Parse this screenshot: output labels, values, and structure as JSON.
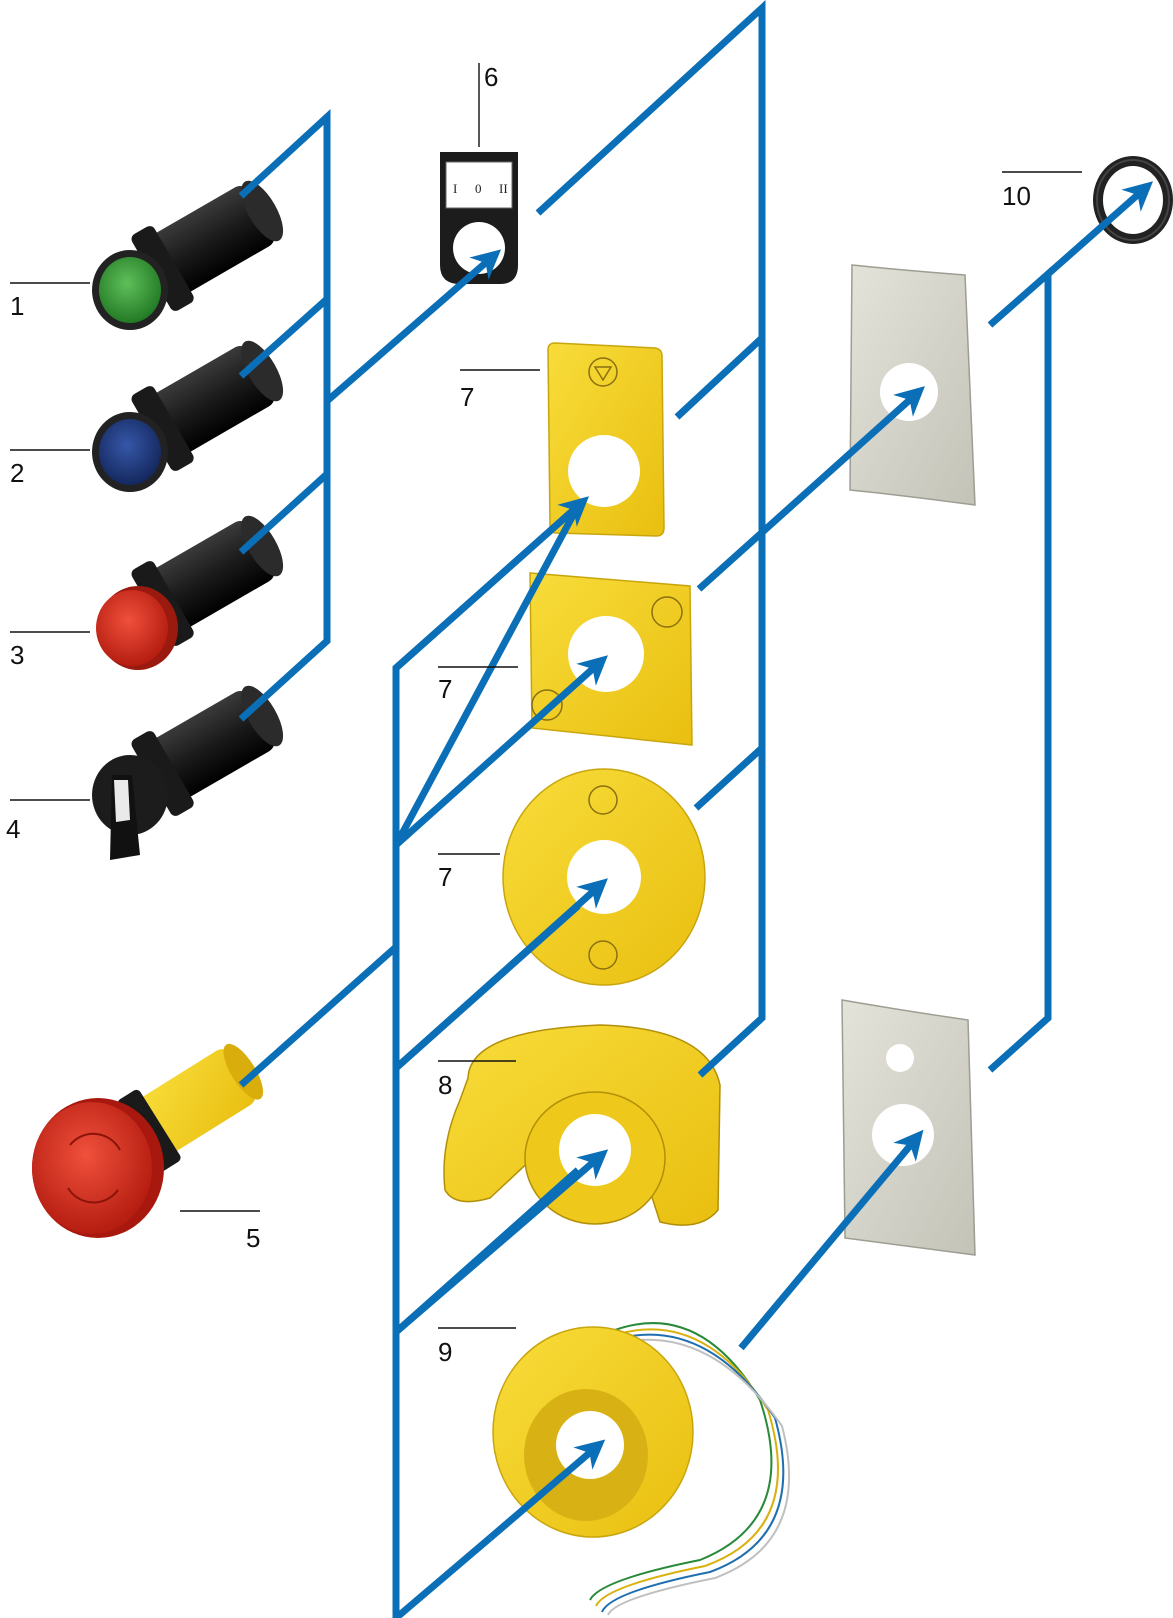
{
  "colors": {
    "connector": "#0a6fb7",
    "yellow": "#f5cf1f",
    "yellow_dark": "#c9a50d",
    "red": "#d92b1c",
    "green": "#3aa03a",
    "blue_lens": "#1f3c8a",
    "panel": "#d6d5cc",
    "black": "#1a1a1a"
  },
  "callouts": {
    "c1": "1",
    "c2": "2",
    "c3": "3",
    "c4": "4",
    "c5": "5",
    "c6": "6",
    "c7a": "7",
    "c7b": "7",
    "c7c": "7",
    "c8": "8",
    "c9": "9",
    "c10": "10"
  },
  "legend_plate": {
    "marks": [
      "I",
      "0",
      "II"
    ]
  },
  "icons": {
    "pushbutton_green": "pushbutton-green-icon",
    "pushbutton_blue": "pushbutton-blue-icon",
    "pushbutton_red": "pushbutton-red-icon",
    "selector_switch": "selector-switch-icon",
    "emergency_stop": "emergency-stop-icon",
    "legend_holder": "legend-holder-icon",
    "warning_plate": "warning-label-plate-icon",
    "protective_collar": "protective-collar-icon",
    "illuminated_ring": "illuminated-ring-icon",
    "mounting_nut": "mounting-nut-icon",
    "mounting_panel": "mounting-panel-icon",
    "emergency_triangle": "emergency-triangle-icon"
  }
}
